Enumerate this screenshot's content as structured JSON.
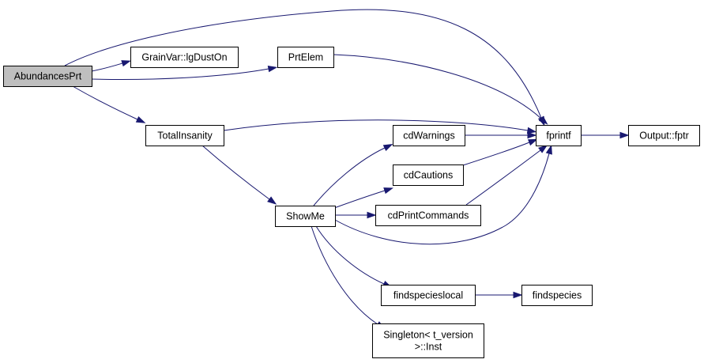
{
  "colors": {
    "edge": "#191970",
    "node_fill": "#ffffff",
    "root_fill": "#bfbfbf",
    "border": "#000000"
  },
  "nodes": {
    "abundancesprt": {
      "lines": [
        "AbundancesPrt"
      ],
      "root": true
    },
    "grainvar_lgdueston": {
      "lines": [
        "GrainVar::lgDustOn"
      ]
    },
    "prtelem": {
      "lines": [
        "PrtElem"
      ]
    },
    "totalinsanity": {
      "lines": [
        "TotalInsanity"
      ]
    },
    "fprintf": {
      "lines": [
        "fprintf"
      ]
    },
    "output_fptr": {
      "lines": [
        "Output::fptr"
      ]
    },
    "showme": {
      "lines": [
        "ShowMe"
      ]
    },
    "cdwarnings": {
      "lines": [
        "cdWarnings"
      ]
    },
    "cdcautions": {
      "lines": [
        "cdCautions"
      ]
    },
    "cdprintcommands": {
      "lines": [
        "cdPrintCommands"
      ]
    },
    "findspecieslocal": {
      "lines": [
        "findspecieslocal"
      ]
    },
    "findspecies": {
      "lines": [
        "findspecies"
      ]
    },
    "singleton_inst": {
      "lines": [
        "Singleton< t_version",
        ">::Inst"
      ]
    }
  },
  "edges": [
    {
      "from": "abundancesprt",
      "to": "fprintf"
    },
    {
      "from": "abundancesprt",
      "to": "grainvar_lgdueston"
    },
    {
      "from": "abundancesprt",
      "to": "prtelem"
    },
    {
      "from": "abundancesprt",
      "to": "totalinsanity"
    },
    {
      "from": "prtelem",
      "to": "fprintf"
    },
    {
      "from": "totalinsanity",
      "to": "fprintf"
    },
    {
      "from": "totalinsanity",
      "to": "showme"
    },
    {
      "from": "fprintf",
      "to": "output_fptr"
    },
    {
      "from": "showme",
      "to": "cdwarnings"
    },
    {
      "from": "showme",
      "to": "cdcautions"
    },
    {
      "from": "showme",
      "to": "cdprintcommands"
    },
    {
      "from": "showme",
      "to": "fprintf"
    },
    {
      "from": "showme",
      "to": "findspecieslocal"
    },
    {
      "from": "showme",
      "to": "singleton_inst"
    },
    {
      "from": "cdwarnings",
      "to": "fprintf"
    },
    {
      "from": "cdcautions",
      "to": "fprintf"
    },
    {
      "from": "cdprintcommands",
      "to": "fprintf"
    },
    {
      "from": "findspecieslocal",
      "to": "findspecies"
    }
  ]
}
